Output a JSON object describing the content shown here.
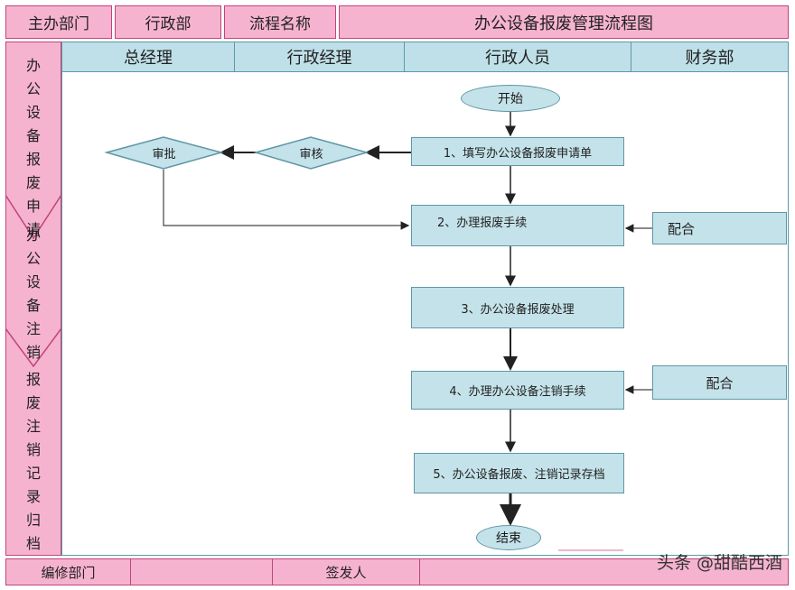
{
  "header": {
    "dept_label": "主办部门",
    "dept_value": "行政部",
    "process_label": "流程名称",
    "process_title": "办公设备报废管理流程图"
  },
  "roles": [
    "总经理",
    "行政经理",
    "行政人员",
    "财务部"
  ],
  "phases": [
    "办公设备报废申请",
    "办公设备注销",
    "报废注销记录归档"
  ],
  "nodes": {
    "start": "开始",
    "step1": "1、填写办公设备报废申请单",
    "review": "审核",
    "approve": "审批",
    "step2": "2、办理报废手续",
    "cooperate1": "配合",
    "step3": "3、办公设备报废处理",
    "step4": "4、办理办公设备注销手续",
    "cooperate2": "配合",
    "step5": "5、办公设备报废、注销记录存档",
    "end": "结束"
  },
  "footer": {
    "editor_label": "编修部门",
    "issuer_label": "签发人"
  },
  "watermark": "头条 @甜酷西酒"
}
